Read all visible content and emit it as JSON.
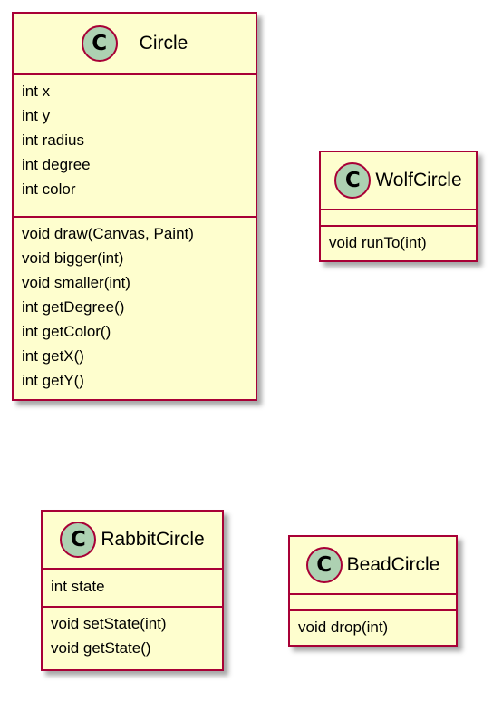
{
  "colors": {
    "box_fill": "#FEFECE",
    "box_border": "#A80036",
    "icon_fill": "#ADD1B2"
  },
  "classes": {
    "circle": {
      "icon_letter": "C",
      "name": "Circle",
      "attributes": [
        "int x",
        "int y",
        "int radius",
        "int degree",
        "int color"
      ],
      "methods": [
        "void draw(Canvas, Paint)",
        "void bigger(int)",
        "void smaller(int)",
        "int getDegree()",
        "int getColor()",
        "int getX()",
        "int getY()"
      ]
    },
    "wolf": {
      "icon_letter": "C",
      "name": "WolfCircle",
      "attributes": [],
      "methods": [
        "void runTo(int)"
      ]
    },
    "rabbit": {
      "icon_letter": "C",
      "name": "RabbitCircle",
      "attributes": [
        "int state"
      ],
      "methods": [
        "void setState(int)",
        "void getState()"
      ]
    },
    "bead": {
      "icon_letter": "C",
      "name": "BeadCircle",
      "attributes": [],
      "methods": [
        "void drop(int)"
      ]
    }
  }
}
